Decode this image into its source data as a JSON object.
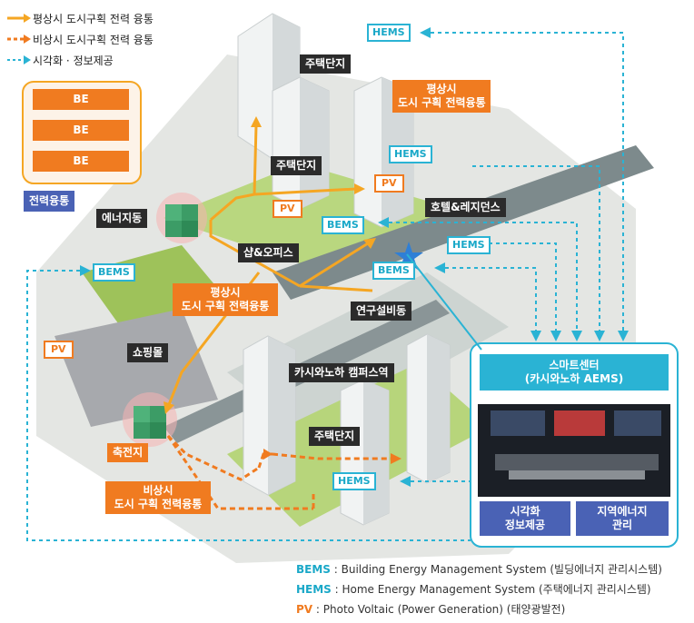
{
  "legend": [
    {
      "text": "평상시 도시구획 전력 융통"
    },
    {
      "text": "비상시 도시구획 전력 융통"
    },
    {
      "text": "시각화 · 정보제공"
    }
  ],
  "labels": {
    "be": [
      "BE",
      "BE",
      "BE"
    ],
    "power_exchange": "전력융통",
    "energy_building": "에너지동",
    "housing_top": "주택단지",
    "housing_mid": "주택단지",
    "housing_bottom": "주택단지",
    "normal_exchange_top": [
      "평상시",
      "도시 구획 전력융통"
    ],
    "normal_exchange_center": [
      "평상시",
      "도시 구획 전력융통"
    ],
    "emergency_exchange": [
      "비상시",
      "도시 구획 전력융통"
    ],
    "hotel_residence": "호텔&레지던스",
    "shop_office": "샵&오피스",
    "research": "연구설비동",
    "shopping_mall": "쇼핑몰",
    "campus": "카시와노하 캠퍼스역",
    "storage": "축전지",
    "hems": "HEMS",
    "bems": "BEMS",
    "pv": "PV",
    "smart_center": [
      "스마트센터",
      "(카시와노하 AEMS)"
    ],
    "visual_info": [
      "시각화",
      "정보제공"
    ],
    "regional_energy": [
      "지역에너지",
      "관리"
    ]
  },
  "footnotes": [
    {
      "abbr": "BEMS",
      "text": " : Building Energy Management System (빌딩에너지 관리시스템)",
      "color": "#1aa8c8"
    },
    {
      "abbr": "HEMS",
      "text": " : Home Energy  Management System (주택에너지 관리시스템)",
      "color": "#1aa8c8"
    },
    {
      "abbr": "PV",
      "text": " : Photo Voltaic (Power Generation) (태양광발전)",
      "color": "#f07b20"
    }
  ],
  "colors": {
    "normal_arrow": "#f5a623",
    "emergency_arrow": "#f07b20",
    "info_arrow": "#2ab3d4",
    "tag_blue": "#4a62b5",
    "tag_dark": "#2b2b2b"
  }
}
